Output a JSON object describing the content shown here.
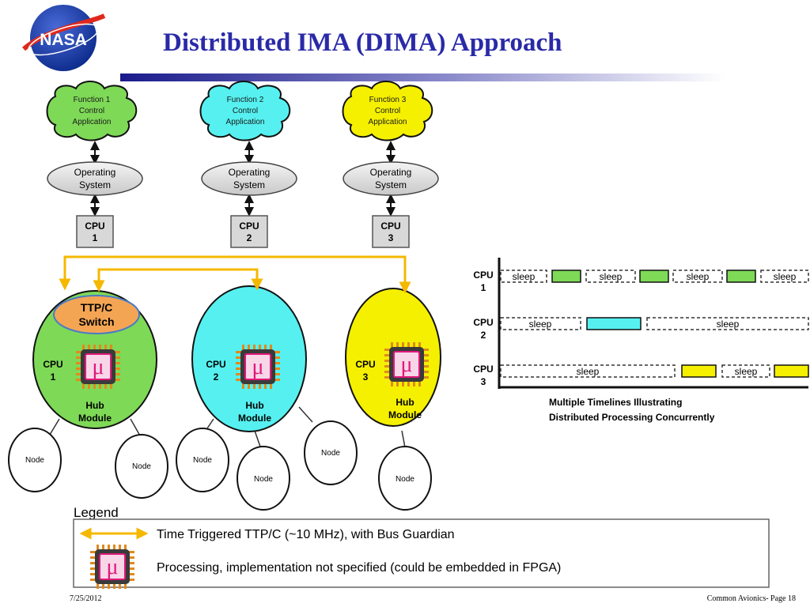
{
  "header": {
    "title": "Distributed IMA (DIMA) Approach",
    "logo_text": "NASA"
  },
  "functions": [
    {
      "lines": [
        "Function 1",
        "Control",
        "Application"
      ],
      "color": "#7ed957"
    },
    {
      "lines": [
        "Function 2",
        "Control",
        "Application"
      ],
      "color": "#56f0f0"
    },
    {
      "lines": [
        "Function 3",
        "Control",
        "Application"
      ],
      "color": "#f5f000"
    }
  ],
  "os_label": [
    "Operating",
    "System"
  ],
  "cpus": [
    {
      "lines": [
        "CPU",
        "1"
      ]
    },
    {
      "lines": [
        "CPU",
        "2"
      ]
    },
    {
      "lines": [
        "CPU",
        "3"
      ]
    }
  ],
  "hubs": [
    {
      "cpu": [
        "CPU",
        "1"
      ],
      "module": [
        "Hub",
        "Module"
      ],
      "color": "#7ed957"
    },
    {
      "cpu": [
        "CPU",
        "2"
      ],
      "module": [
        "Hub",
        "Module"
      ],
      "color": "#56f0f0"
    },
    {
      "cpu": [
        "CPU",
        "3"
      ],
      "module": [
        "Hub",
        "Module"
      ],
      "color": "#f5f000"
    }
  ],
  "switch_label": [
    "TTP/C",
    "Switch"
  ],
  "node_label": "Node",
  "chip_glyph": "μ",
  "timelines": {
    "rows": [
      {
        "cpu": [
          "CPU",
          "1"
        ]
      },
      {
        "cpu": [
          "CPU",
          "2"
        ]
      },
      {
        "cpu": [
          "CPU",
          "3"
        ]
      }
    ],
    "sleep_label": "sleep",
    "caption": [
      "Multiple Timelines Illustrating",
      "Distributed Processing Concurrently"
    ]
  },
  "legend": {
    "title": "Legend",
    "items": [
      "Time Triggered TTP/C (~10 MHz), with Bus Guardian",
      "Processing, implementation not specified (could be embedded in FPGA)"
    ]
  },
  "footer": {
    "date": "7/25/2012",
    "page": "Common Avionics- Page 18"
  },
  "colors": {
    "title": "#2a2aa8",
    "bus": "#f5b800",
    "green": "#7ed957",
    "cyan": "#56f0f0",
    "yellow": "#f5f000",
    "chip": "#e0187a"
  }
}
